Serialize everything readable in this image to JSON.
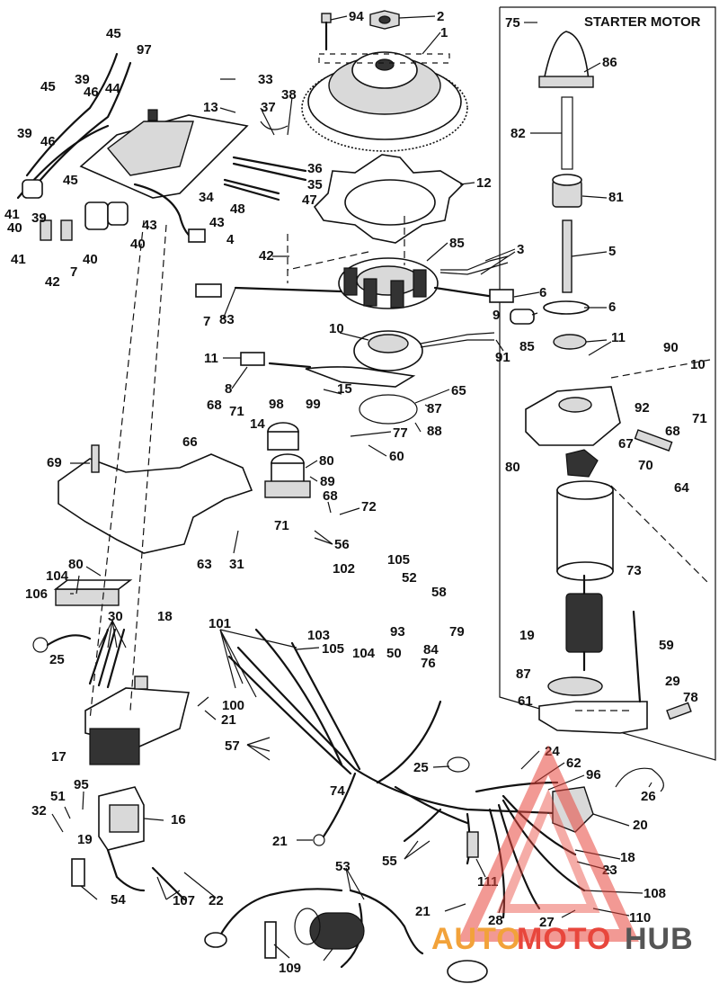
{
  "diagram": {
    "section_title": "STARTER MOTOR",
    "watermark": {
      "part1": "AUTO",
      "part2": "MOTO",
      "part3": "HUB",
      "color_red": "#e8463c",
      "color_orange": "#f2a23a",
      "color_gray": "#555555"
    },
    "labels": [
      {
        "id": "94",
        "t": "94"
      },
      {
        "id": "2",
        "t": "2"
      },
      {
        "id": "1",
        "t": "1"
      },
      {
        "id": "75",
        "t": "75"
      },
      {
        "id": "45a",
        "t": "45"
      },
      {
        "id": "97",
        "t": "97"
      },
      {
        "id": "33",
        "t": "33"
      },
      {
        "id": "86",
        "t": "86"
      },
      {
        "id": "39a",
        "t": "39"
      },
      {
        "id": "45b",
        "t": "45"
      },
      {
        "id": "46a",
        "t": "46"
      },
      {
        "id": "44",
        "t": "44"
      },
      {
        "id": "13",
        "t": "13"
      },
      {
        "id": "37",
        "t": "37"
      },
      {
        "id": "38",
        "t": "38"
      },
      {
        "id": "39b",
        "t": "39"
      },
      {
        "id": "46b",
        "t": "46"
      },
      {
        "id": "82",
        "t": "82"
      },
      {
        "id": "36",
        "t": "36"
      },
      {
        "id": "35",
        "t": "35"
      },
      {
        "id": "45c",
        "t": "45"
      },
      {
        "id": "12",
        "t": "12"
      },
      {
        "id": "47",
        "t": "47"
      },
      {
        "id": "48",
        "t": "48"
      },
      {
        "id": "34",
        "t": "34"
      },
      {
        "id": "81",
        "t": "81"
      },
      {
        "id": "41a",
        "t": "41"
      },
      {
        "id": "39c",
        "t": "39"
      },
      {
        "id": "43a",
        "t": "43"
      },
      {
        "id": "40a",
        "t": "40"
      },
      {
        "id": "43b",
        "t": "43"
      },
      {
        "id": "40b",
        "t": "40"
      },
      {
        "id": "4",
        "t": "4"
      },
      {
        "id": "85a",
        "t": "85"
      },
      {
        "id": "5",
        "t": "5"
      },
      {
        "id": "3",
        "t": "3"
      },
      {
        "id": "42a",
        "t": "42"
      },
      {
        "id": "41b",
        "t": "41"
      },
      {
        "id": "40c",
        "t": "40"
      },
      {
        "id": "42b",
        "t": "42"
      },
      {
        "id": "7a",
        "t": "7"
      },
      {
        "id": "83",
        "t": "83"
      },
      {
        "id": "6a",
        "t": "6"
      },
      {
        "id": "7b",
        "t": "7"
      },
      {
        "id": "6b",
        "t": "6"
      },
      {
        "id": "9",
        "t": "9"
      },
      {
        "id": "10a",
        "t": "10"
      },
      {
        "id": "85b",
        "t": "85"
      },
      {
        "id": "11a",
        "t": "11"
      },
      {
        "id": "11b",
        "t": "11"
      },
      {
        "id": "91",
        "t": "91"
      },
      {
        "id": "90",
        "t": "90"
      },
      {
        "id": "10b",
        "t": "10"
      },
      {
        "id": "8",
        "t": "8"
      },
      {
        "id": "15",
        "t": "15"
      },
      {
        "id": "65",
        "t": "65"
      },
      {
        "id": "98",
        "t": "98"
      },
      {
        "id": "99",
        "t": "99"
      },
      {
        "id": "87a",
        "t": "87"
      },
      {
        "id": "92",
        "t": "92"
      },
      {
        "id": "71a",
        "t": "71"
      },
      {
        "id": "68a",
        "t": "68"
      },
      {
        "id": "71b",
        "t": "71"
      },
      {
        "id": "14",
        "t": "14"
      },
      {
        "id": "88",
        "t": "88"
      },
      {
        "id": "68b",
        "t": "68"
      },
      {
        "id": "66",
        "t": "66"
      },
      {
        "id": "77",
        "t": "77"
      },
      {
        "id": "67",
        "t": "67"
      },
      {
        "id": "60",
        "t": "60"
      },
      {
        "id": "69",
        "t": "69"
      },
      {
        "id": "80a",
        "t": "80"
      },
      {
        "id": "80b",
        "t": "80"
      },
      {
        "id": "70",
        "t": "70"
      },
      {
        "id": "89",
        "t": "89"
      },
      {
        "id": "64",
        "t": "64"
      },
      {
        "id": "71c",
        "t": "71"
      },
      {
        "id": "68c",
        "t": "68"
      },
      {
        "id": "72",
        "t": "72"
      },
      {
        "id": "56",
        "t": "56"
      },
      {
        "id": "63",
        "t": "63"
      },
      {
        "id": "31",
        "t": "31"
      },
      {
        "id": "80c",
        "t": "80"
      },
      {
        "id": "73",
        "t": "73"
      },
      {
        "id": "104a",
        "t": "104"
      },
      {
        "id": "105a",
        "t": "105"
      },
      {
        "id": "102",
        "t": "102"
      },
      {
        "id": "52",
        "t": "52"
      },
      {
        "id": "106",
        "t": "106"
      },
      {
        "id": "58",
        "t": "58"
      },
      {
        "id": "30",
        "t": "30"
      },
      {
        "id": "18a",
        "t": "18"
      },
      {
        "id": "101",
        "t": "101"
      },
      {
        "id": "103",
        "t": "103"
      },
      {
        "id": "93",
        "t": "93"
      },
      {
        "id": "79",
        "t": "79"
      },
      {
        "id": "19a",
        "t": "19"
      },
      {
        "id": "105b",
        "t": "105"
      },
      {
        "id": "104b",
        "t": "104"
      },
      {
        "id": "50",
        "t": "50"
      },
      {
        "id": "84",
        "t": "84"
      },
      {
        "id": "59",
        "t": "59"
      },
      {
        "id": "25a",
        "t": "25"
      },
      {
        "id": "76",
        "t": "76"
      },
      {
        "id": "87b",
        "t": "87"
      },
      {
        "id": "29",
        "t": "29"
      },
      {
        "id": "100",
        "t": "100"
      },
      {
        "id": "78",
        "t": "78"
      },
      {
        "id": "61",
        "t": "61"
      },
      {
        "id": "21a",
        "t": "21"
      },
      {
        "id": "57",
        "t": "57"
      },
      {
        "id": "17",
        "t": "17"
      },
      {
        "id": "24",
        "t": "24"
      },
      {
        "id": "62",
        "t": "62"
      },
      {
        "id": "25b",
        "t": "25"
      },
      {
        "id": "96",
        "t": "96"
      },
      {
        "id": "26",
        "t": "26"
      },
      {
        "id": "74",
        "t": "74"
      },
      {
        "id": "95",
        "t": "95"
      },
      {
        "id": "51",
        "t": "51"
      },
      {
        "id": "32",
        "t": "32"
      },
      {
        "id": "16",
        "t": "16"
      },
      {
        "id": "20",
        "t": "20"
      },
      {
        "id": "21b",
        "t": "21"
      },
      {
        "id": "55",
        "t": "55"
      },
      {
        "id": "19b",
        "t": "19"
      },
      {
        "id": "18b",
        "t": "18"
      },
      {
        "id": "23",
        "t": "23"
      },
      {
        "id": "111",
        "t": "111"
      },
      {
        "id": "53",
        "t": "53"
      },
      {
        "id": "107",
        "t": "107"
      },
      {
        "id": "54",
        "t": "54"
      },
      {
        "id": "22",
        "t": "22"
      },
      {
        "id": "108",
        "t": "108"
      },
      {
        "id": "21c",
        "t": "21"
      },
      {
        "id": "28",
        "t": "28"
      },
      {
        "id": "27",
        "t": "27"
      },
      {
        "id": "110",
        "t": "110"
      },
      {
        "id": "109",
        "t": "109"
      }
    ]
  }
}
